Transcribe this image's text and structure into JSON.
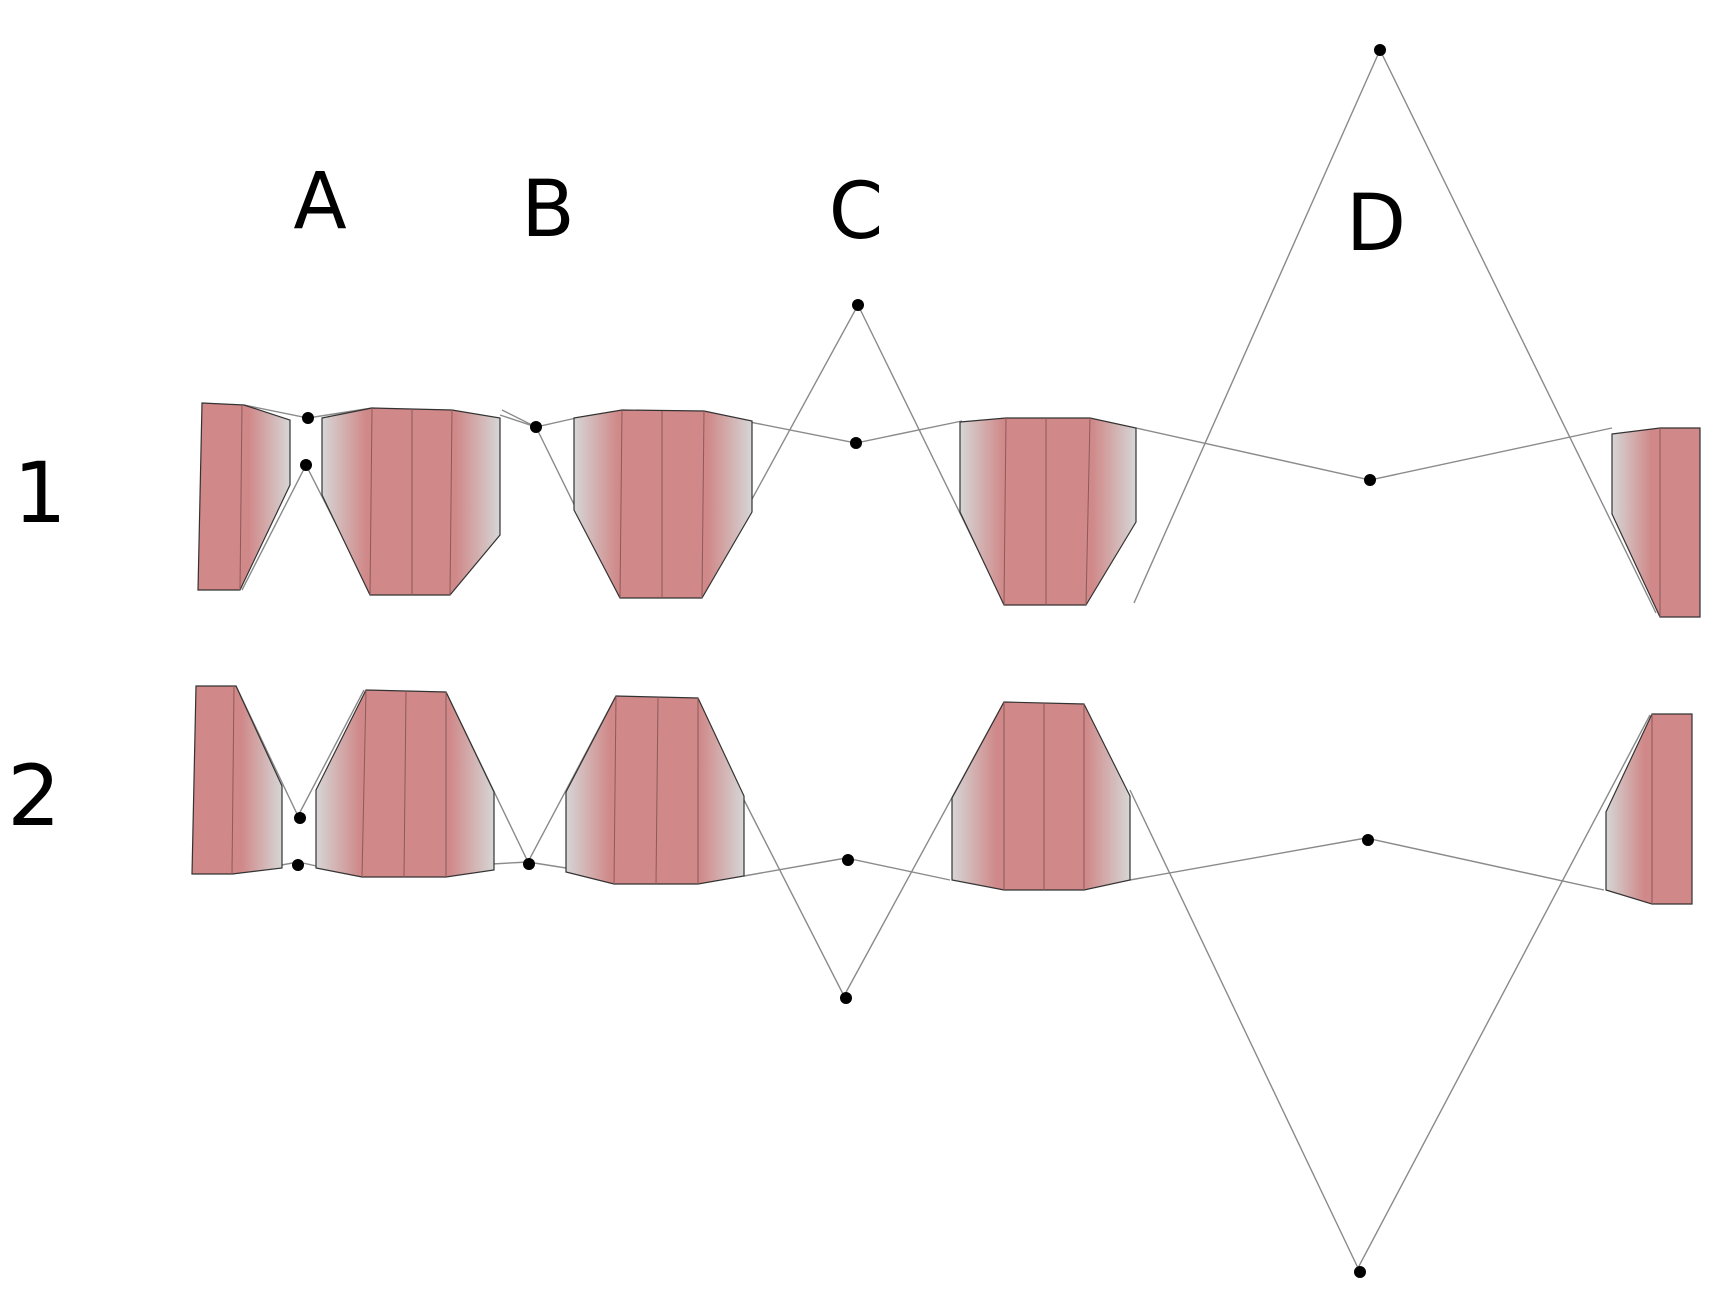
{
  "column_labels": {
    "a": "A",
    "b": "B",
    "c": "C",
    "d": "D"
  },
  "row_labels": {
    "row1": "1",
    "row2": "2"
  },
  "colors": {
    "block_fill": "#d08888",
    "block_edge_fade": "#d6d6d6",
    "line": "#8a8a8a",
    "edge": "#333333",
    "dot": "#000000",
    "text": "#000000"
  }
}
